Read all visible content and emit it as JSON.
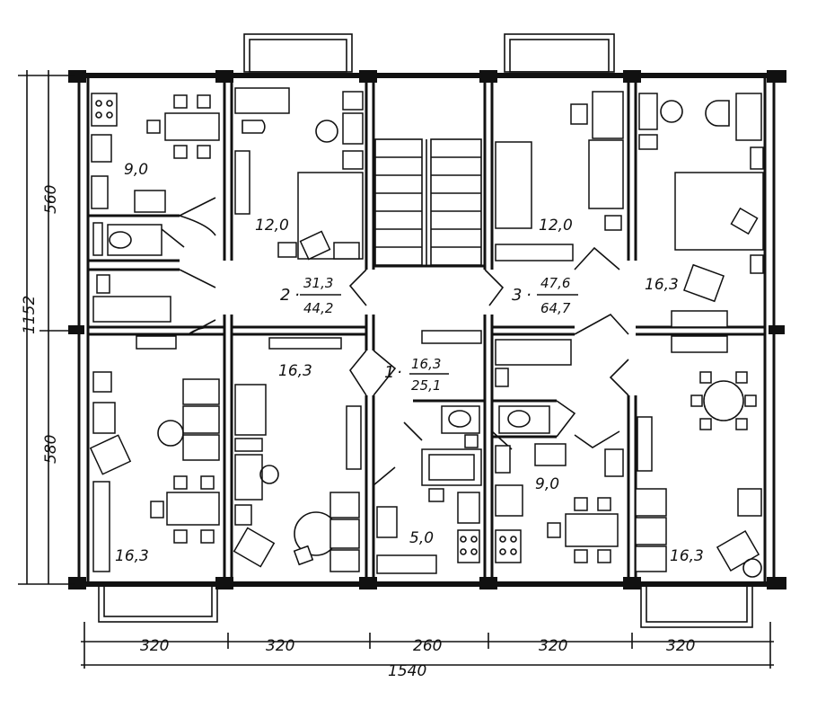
{
  "dimensions": {
    "bottom": [
      "320",
      "320",
      "260",
      "320",
      "320"
    ],
    "total_width": "1540",
    "left_upper": "560",
    "left_lower": "580",
    "total_height": "1152"
  },
  "rooms": {
    "kitchen_top_left": "9,0",
    "bedroom_top_left": "12,0",
    "bedroom_top_right": "12,0",
    "room_top_far_right": "16,3",
    "room_bottom_left": "16,3",
    "room_bottom_center_left": "16,3",
    "kitchen_center": "5,0",
    "kitchen_bottom_right": "9,0",
    "room_bottom_right": "16,3"
  },
  "apartments": [
    {
      "number": "1",
      "living": "16,3",
      "total": "25,1"
    },
    {
      "number": "2",
      "living": "31,3",
      "total": "44,2"
    },
    {
      "number": "3",
      "living": "47,6",
      "total": "64,7"
    }
  ]
}
